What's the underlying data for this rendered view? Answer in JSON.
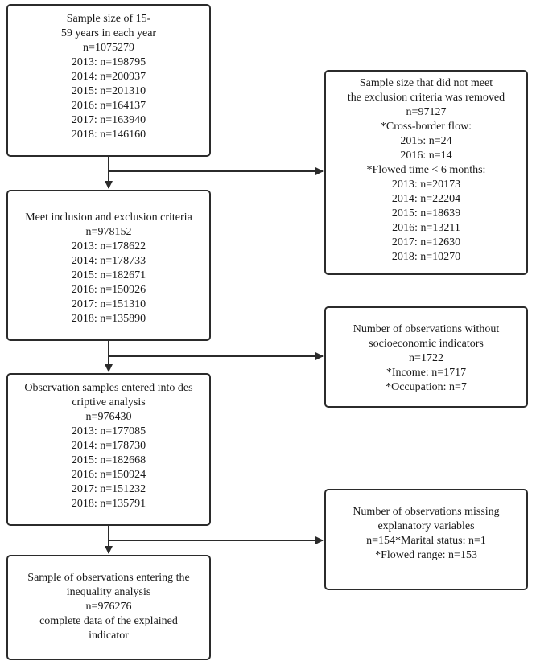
{
  "main_boxes": [
    {
      "lines": [
        "Sample size of 15-",
        "59 years in each year",
        "n=1075279",
        "2013: n=198795",
        "2014: n=200937",
        "2015: n=201310",
        "2016: n=164137",
        "2017: n=163940",
        "2018: n=146160"
      ]
    },
    {
      "lines": [
        "Meet inclusion and exclusion criteria",
        "n=978152",
        "2013: n=178622",
        "2014: n=178733",
        "2015: n=182671",
        "2016: n=150926",
        "2017: n=151310",
        "2018: n=135890"
      ]
    },
    {
      "lines": [
        "Observation samples entered into des",
        "criptive analysis",
        "n=976430",
        "2013: n=177085",
        "2014: n=178730",
        "2015: n=182668",
        "2016: n=150924",
        "2017: n=151232",
        "2018: n=135791"
      ]
    },
    {
      "lines": [
        "Sample of observations entering the",
        "inequality analysis",
        "n=976276",
        "complete data of the explained",
        "indicator"
      ]
    }
  ],
  "side_boxes": [
    {
      "lines": [
        "Sample size that did not meet",
        "the exclusion criteria was removed",
        "n=97127",
        "*Cross-border flow:",
        "2015: n=24",
        "2016: n=14",
        "*Flowed time < 6 months:",
        "2013: n=20173",
        "2014: n=22204",
        "2015: n=18639",
        "2016: n=13211",
        "2017: n=12630",
        "2018: n=10270"
      ]
    },
    {
      "lines": [
        "Number of observations without",
        "socioeconomic indicators",
        "n=1722",
        "*Income: n=1717",
        "*Occupation: n=7"
      ]
    },
    {
      "lines": [
        "Number of observations missing",
        "explanatory variables",
        "n=154*Marital status: n=1",
        "*Flowed range: n=153"
      ]
    }
  ]
}
